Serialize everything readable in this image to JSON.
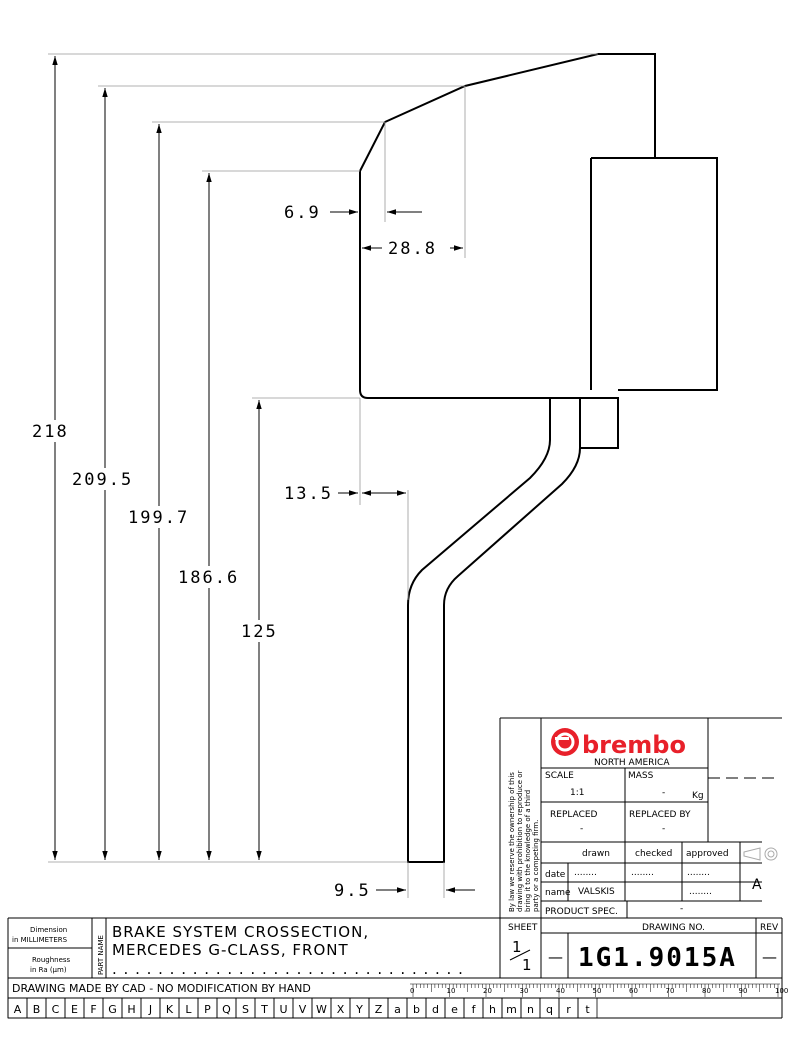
{
  "dimensions": {
    "d218": "218",
    "d2095": "209.5",
    "d1997": "199.7",
    "d1866": "186.6",
    "d125": "125",
    "d69": "6.9",
    "d288": "28.8",
    "d135": "13.5",
    "d95": "9.5"
  },
  "disclaimer": {
    "line1": "By law we reserve the ownership of this",
    "line2": "drawing with prohibition to reproduce or",
    "line3": "bring it to the knowledge of a third",
    "line4": "party or a competing firm."
  },
  "logo": {
    "brand": "brembo",
    "subtitle": "NORTH AMERICA"
  },
  "title_block": {
    "scale_label": "SCALE",
    "scale_value": "1:1",
    "mass_label": "MASS",
    "mass_value": "-",
    "mass_unit": "Kg",
    "replaced_label": "REPLACED",
    "replaced_value": "-",
    "replaced_by_label": "REPLACED BY",
    "replaced_by_value": "-",
    "drawn_label": "drawn",
    "checked_label": "checked",
    "approved_label": "approved",
    "date_label": "date",
    "name_label": "name",
    "date_drawn": "........",
    "date_checked": "........",
    "date_approved": "........",
    "name_drawn": "VALSKIS",
    "name_approved": "........",
    "rev_mark": "A",
    "product_spec_label": "PRODUCT SPEC.",
    "product_spec_value": "-",
    "sheet_label": "SHEET",
    "sheet_num": "1",
    "sheet_total": "1",
    "sheet_dash": "—",
    "drawing_no_label": "DRAWING NO.",
    "drawing_no": "1G1.9015A",
    "rev_label": "REV",
    "rev_value": "—",
    "dimension_label_1": "Dimension",
    "dimension_label_2": "in MILLIMETERS",
    "roughness_label_1": "Roughness",
    "roughness_label_2": "in Ra (µm)",
    "part_name_label": "PART NAME",
    "part_name_1": "BRAKE SYSTEM CROSSECTION,",
    "part_name_2": "MERCEDES G-CLASS, FRONT",
    "part_name_dots": ". . . . . . . . . . . . . . . . . . . . . . . . . . . . . . .",
    "cad_note": "DRAWING MADE BY CAD - NO MODIFICATION BY HAND"
  },
  "scale_ruler": [
    "0",
    "10",
    "20",
    "30",
    "40",
    "50",
    "60",
    "70",
    "80",
    "90",
    "100"
  ],
  "grid_letters": [
    "A",
    "B",
    "C",
    "E",
    "F",
    "G",
    "H",
    "J",
    "K",
    "L",
    "P",
    "Q",
    "S",
    "T",
    "U",
    "V",
    "W",
    "X",
    "Y",
    "Z",
    "a",
    "b",
    "d",
    "e",
    "f",
    "h",
    "m",
    "n",
    "q",
    "r",
    "t"
  ]
}
